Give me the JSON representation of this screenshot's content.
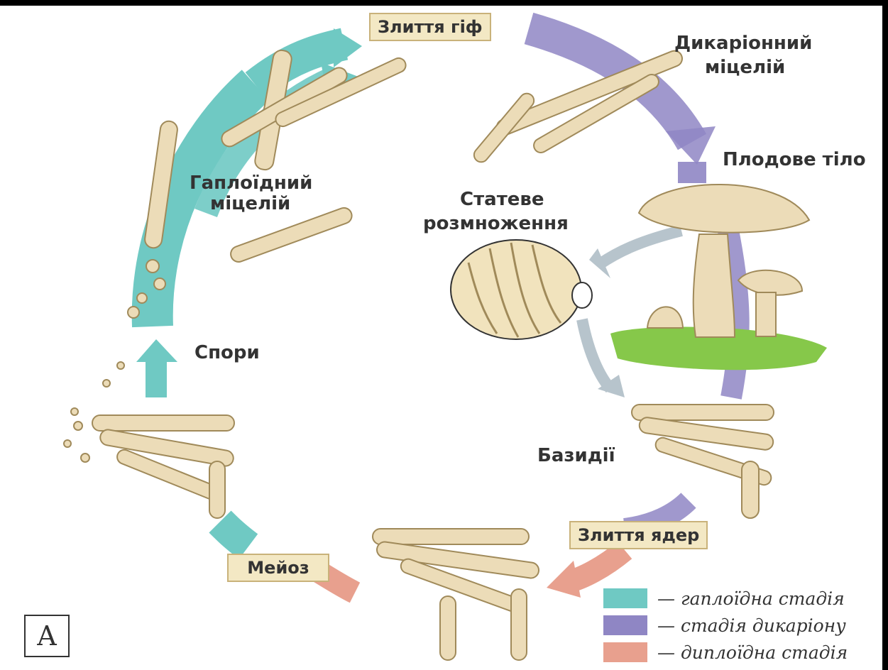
{
  "labels": {
    "hyphae_fusion": "Злиття гіф",
    "dikaryon_mycelium_1": "Дикаріонний",
    "dikaryon_mycelium_2": "міцелій",
    "fruiting_body": "Плодове тіло",
    "sexual_repro_1": "Статеве",
    "sexual_repro_2": "розмноження",
    "haploid_mycelium_1": "Гаплоїдний",
    "haploid_mycelium_2": "міцелій",
    "spores": "Спори",
    "basidia": "Базидії",
    "nuclei_fusion": "Злиття ядер",
    "meiosis": "Мейоз",
    "panel_letter": "А"
  },
  "legend": [
    {
      "swatch": "#6fc9c3",
      "text": "— гаплоїдна стадія"
    },
    {
      "swatch": "#8f86c4",
      "text": "— стадія дикаріону"
    },
    {
      "swatch": "#e8a08e",
      "text": "— диплоїдна стадія"
    }
  ],
  "colors": {
    "haploid": "#6fc9c3",
    "dikaryon": "#8f86c4",
    "diploid": "#e8a08e",
    "hypha": "#ecdcb8",
    "grass": "#86c84a"
  }
}
